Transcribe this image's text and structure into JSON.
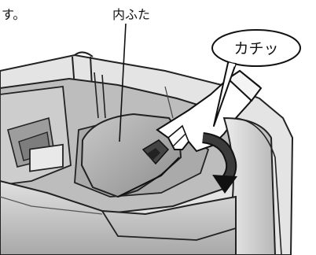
{
  "diagram": {
    "top_partial_text": "す。",
    "inner_lid_label": "内ふた",
    "click_label": "カチッ"
  }
}
